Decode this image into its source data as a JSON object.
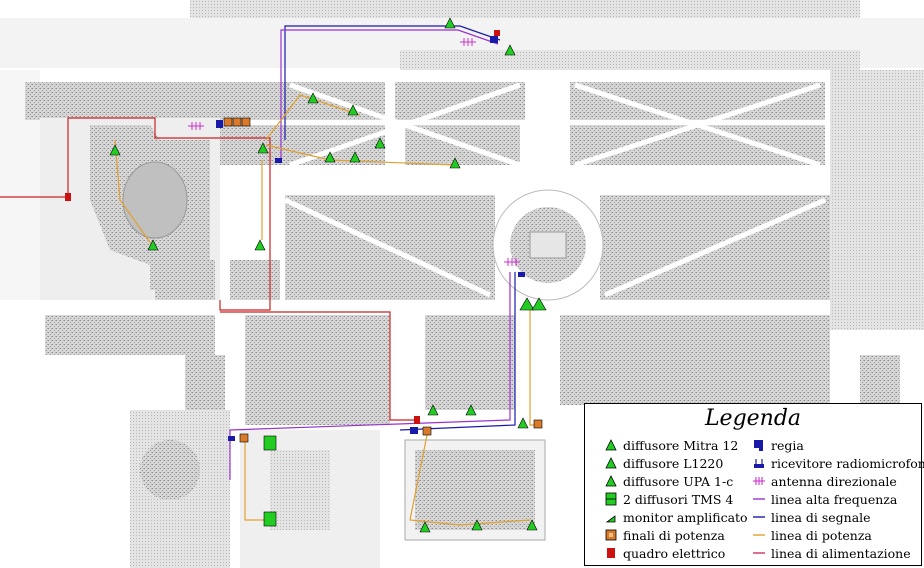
{
  "legend": {
    "title": "Legenda",
    "items": [
      {
        "key": "mitra12",
        "label": "diffusore Mitra 12",
        "icon": "triangle-speaker-icon",
        "color": "#22cc22"
      },
      {
        "key": "l1220",
        "label": "diffusore L1220",
        "icon": "triangle-speaker-icon",
        "color": "#22cc22"
      },
      {
        "key": "upa1c",
        "label": "diffusore UPA 1-c",
        "icon": "triangle-speaker-icon",
        "color": "#22cc22"
      },
      {
        "key": "tms4",
        "label": "2 diffusori TMS 4",
        "icon": "double-box-speaker-icon",
        "color": "#22cc22"
      },
      {
        "key": "monitor",
        "label": "monitor amplificato",
        "icon": "wedge-monitor-icon",
        "color": "#22cc22"
      },
      {
        "key": "finali",
        "label": "finali di potenza",
        "icon": "amplifier-box-icon",
        "color": "#d97a2b"
      },
      {
        "key": "quadro",
        "label": "quadro elettrico",
        "icon": "electrical-panel-icon",
        "color": "#cc1111"
      },
      {
        "key": "regia",
        "label": "regia",
        "icon": "mixer-console-icon",
        "color": "#1a1aa8"
      },
      {
        "key": "ricevitore",
        "label": "ricevitore radiomicrofono",
        "icon": "receiver-icon",
        "color": "#1a1aa8"
      },
      {
        "key": "antenna",
        "label": "antenna direzionale",
        "icon": "antenna-icon",
        "color": "#cc33cc"
      },
      {
        "key": "alta_freq",
        "label": "linea alta frequenza",
        "icon": "line-high-frequency-icon",
        "color": "#9933cc"
      },
      {
        "key": "segnale",
        "label": "linea di segnale",
        "icon": "line-signal-icon",
        "color": "#1a1aa8"
      },
      {
        "key": "potenza",
        "label": "linea di potenza",
        "icon": "line-power-icon",
        "color": "#e0a030"
      },
      {
        "key": "alimentazione",
        "label": "linea di alimentazione",
        "icon": "line-supply-icon",
        "color": "#cc3366"
      }
    ]
  },
  "colors": {
    "garden_fill": "#c8c8c8",
    "paths": "#ffffff",
    "building": "#dddddd",
    "power_line": "#e0a030",
    "signal_line": "#1a1aa8",
    "supply_line": "#cc2222",
    "hf_line": "#9933cc"
  }
}
